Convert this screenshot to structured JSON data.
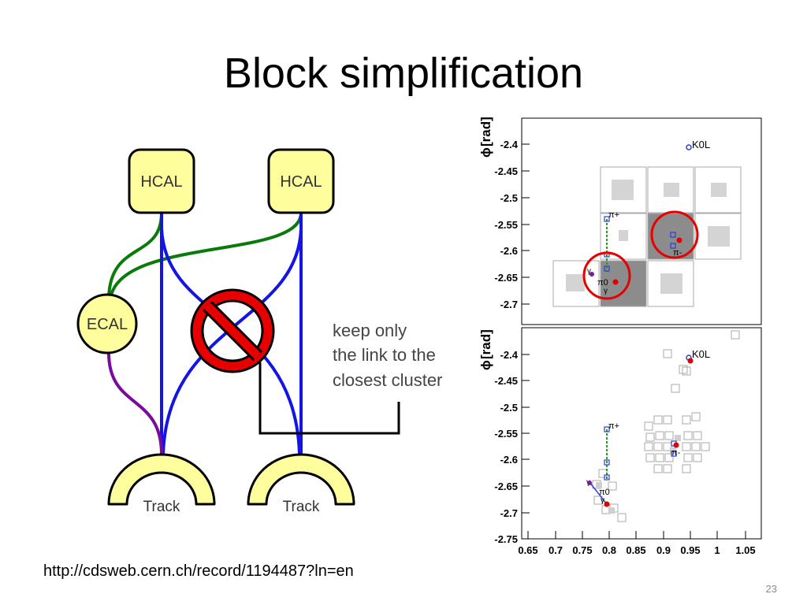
{
  "slide": {
    "title": "Block simplification",
    "source_url": "http://cdsweb.cern.ch/record/1194487?ln=en",
    "page_number": "23"
  },
  "diagram": {
    "hcal_left": "HCAL",
    "hcal_right": "HCAL",
    "ecal": "ECAL",
    "track_left": "Track",
    "track_right": "Track",
    "annotation": [
      "keep only",
      "the link to the",
      "closest cluster"
    ],
    "colors": {
      "node_fill": "#fefe9c",
      "hcal_link": "#0a7a0a",
      "track_link": "#1414e6",
      "ecal_track_link": "#7a0a9a",
      "forbidden": "#e60000"
    }
  },
  "plots": {
    "y_axis_label": "[rad]",
    "top": {
      "y_ticks": [
        "-2.4",
        "-2.45",
        "-2.5",
        "-2.55",
        "-2.6",
        "-2.65",
        "-2.7"
      ],
      "labels": {
        "k0l": "K0L",
        "pi_plus": "π+",
        "pi_minus": "π-",
        "pi_zero": "π0",
        "gamma1": "γ",
        "gamma2": "γ"
      }
    },
    "bottom": {
      "y_ticks": [
        "-2.4",
        "-2.45",
        "-2.5",
        "-2.55",
        "-2.6",
        "-2.65",
        "-2.7",
        "-2.75"
      ],
      "x_ticks": [
        "0.65",
        "0.7",
        "0.75",
        "0.8",
        "0.85",
        "0.9",
        "0.95",
        "1",
        "1.05"
      ],
      "labels": {
        "k0l": "K0L",
        "pi_plus": "π+",
        "pi_minus": "π-",
        "pi_zero": "π0",
        "gamma1": "γ",
        "gamma2": "γ"
      }
    }
  }
}
